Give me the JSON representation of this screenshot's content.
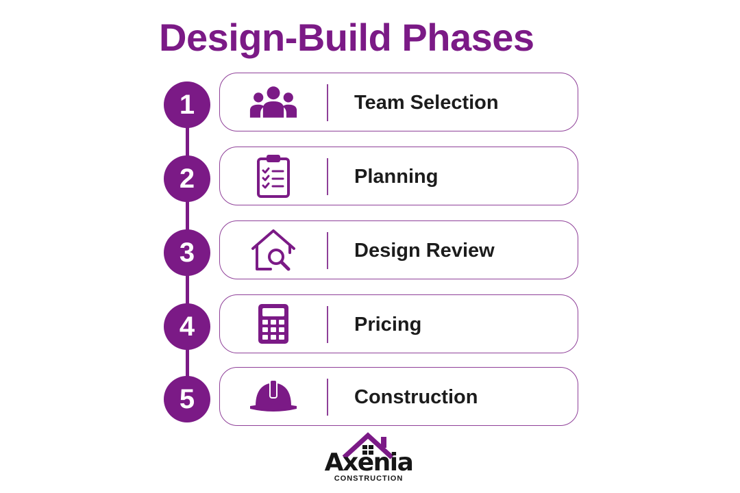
{
  "title": "Design-Build Phases",
  "accent_color": "#7b1a86",
  "steps": [
    {
      "number": "1",
      "label": "Team Selection",
      "icon": "team-icon"
    },
    {
      "number": "2",
      "label": "Planning",
      "icon": "clipboard-checklist-icon"
    },
    {
      "number": "3",
      "label": "Design Review",
      "icon": "house-search-icon"
    },
    {
      "number": "4",
      "label": "Pricing",
      "icon": "calculator-icon"
    },
    {
      "number": "5",
      "label": "Construction",
      "icon": "hard-hat-icon"
    }
  ],
  "logo": {
    "name": "Axenia",
    "sub": "CONSTRUCTION"
  }
}
